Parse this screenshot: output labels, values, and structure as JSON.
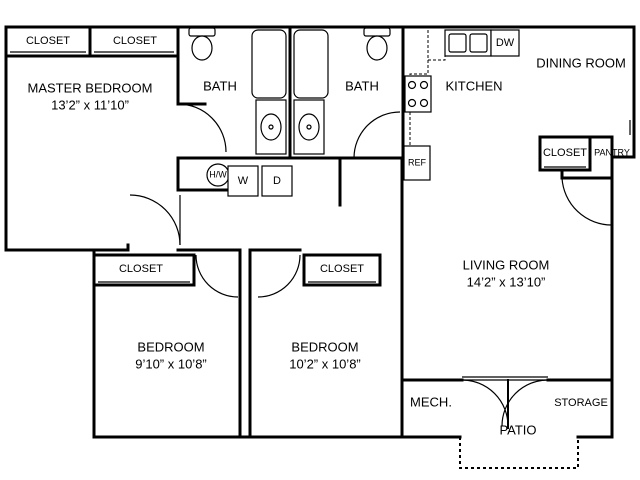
{
  "rooms": {
    "master_bedroom": {
      "name": "MASTER BEDROOM",
      "size": "13’2” x 11’10”"
    },
    "closet_1": {
      "name": "CLOSET"
    },
    "closet_2": {
      "name": "CLOSET"
    },
    "bath_1": {
      "name": "BATH"
    },
    "bath_2": {
      "name": "BATH"
    },
    "kitchen": {
      "name": "KITCHEN"
    },
    "dishwasher": {
      "name": "DW"
    },
    "dining_room": {
      "name": "DINING ROOM"
    },
    "closet_pantry": {
      "name": "CLOSET"
    },
    "pantry": {
      "name": "PANTRY"
    },
    "refrigerator": {
      "name": "REF"
    },
    "water_heater": {
      "name": "H/W"
    },
    "washer": {
      "name": "W"
    },
    "dryer": {
      "name": "D"
    },
    "closet_bed2": {
      "name": "CLOSET"
    },
    "closet_bed3": {
      "name": "CLOSET"
    },
    "living_room": {
      "name": "LIVING ROOM",
      "size": "14’2” x 13’10”"
    },
    "bedroom_2": {
      "name": "BEDROOM",
      "size": "9’10” x 10’8”"
    },
    "bedroom_3": {
      "name": "BEDROOM",
      "size": "10’2” x 10’8”"
    },
    "mech": {
      "name": "MECH."
    },
    "storage": {
      "name": "STORAGE"
    },
    "patio": {
      "name": "PATIO"
    }
  }
}
